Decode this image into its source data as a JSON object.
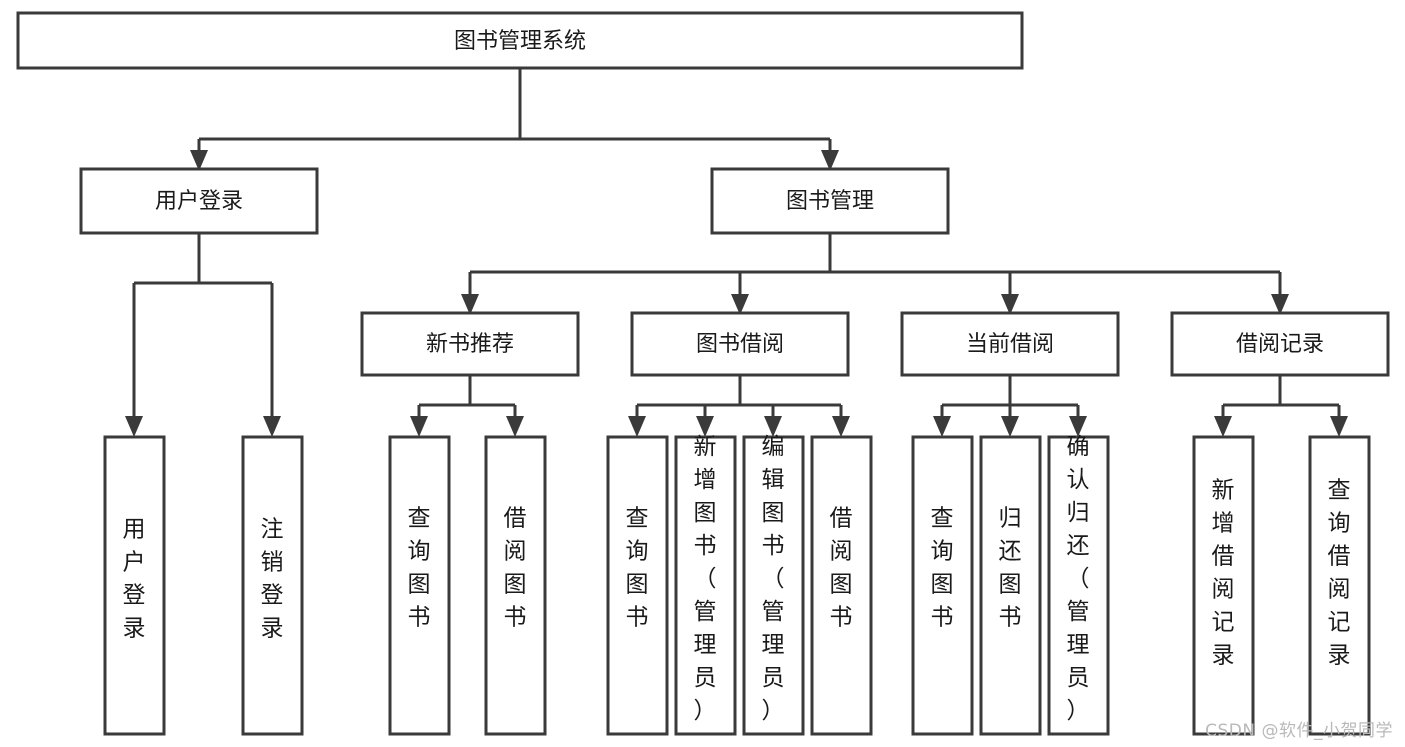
{
  "diagram": {
    "title": "图书管理系统",
    "type": "tree-hierarchy-chart",
    "watermark": "CSDN @软件_小贺同学",
    "root": {
      "id": "root",
      "label": "图书管理系统"
    },
    "level2": [
      {
        "id": "user-login",
        "label": "用户登录"
      },
      {
        "id": "book-manage",
        "label": "图书管理"
      }
    ],
    "level3": [
      {
        "id": "new-book-rec",
        "label": "新书推荐"
      },
      {
        "id": "book-borrow",
        "label": "图书借阅"
      },
      {
        "id": "current-borrow",
        "label": "当前借阅"
      },
      {
        "id": "borrow-record",
        "label": "借阅记录"
      }
    ],
    "leaves": [
      {
        "id": "leaf-1",
        "label": "用户登录",
        "parent": "user-login"
      },
      {
        "id": "leaf-2",
        "label": "注销登录",
        "parent": "user-login"
      },
      {
        "id": "leaf-3",
        "label": "查询图书",
        "parent": "new-book-rec"
      },
      {
        "id": "leaf-4",
        "label": "借阅图书",
        "parent": "new-book-rec"
      },
      {
        "id": "leaf-5",
        "label": "查询图书",
        "parent": "book-borrow"
      },
      {
        "id": "leaf-6",
        "label": "新增图书（管理员）",
        "parent": "book-borrow"
      },
      {
        "id": "leaf-7",
        "label": "编辑图书（管理员）",
        "parent": "book-borrow"
      },
      {
        "id": "leaf-8",
        "label": "借阅图书",
        "parent": "book-borrow"
      },
      {
        "id": "leaf-9",
        "label": "查询图书",
        "parent": "current-borrow"
      },
      {
        "id": "leaf-10",
        "label": "归还图书",
        "parent": "current-borrow"
      },
      {
        "id": "leaf-11",
        "label": "确认归还（管理员）",
        "parent": "current-borrow"
      },
      {
        "id": "leaf-12",
        "label": "新增借阅记录",
        "parent": "borrow-record"
      },
      {
        "id": "leaf-13",
        "label": "查询借阅记录",
        "parent": "borrow-record"
      }
    ],
    "colors": {
      "stroke": "#3a3a3a",
      "fill": "#ffffff",
      "text": "#1a1a1a",
      "watermark": "#b9b9b9"
    }
  }
}
